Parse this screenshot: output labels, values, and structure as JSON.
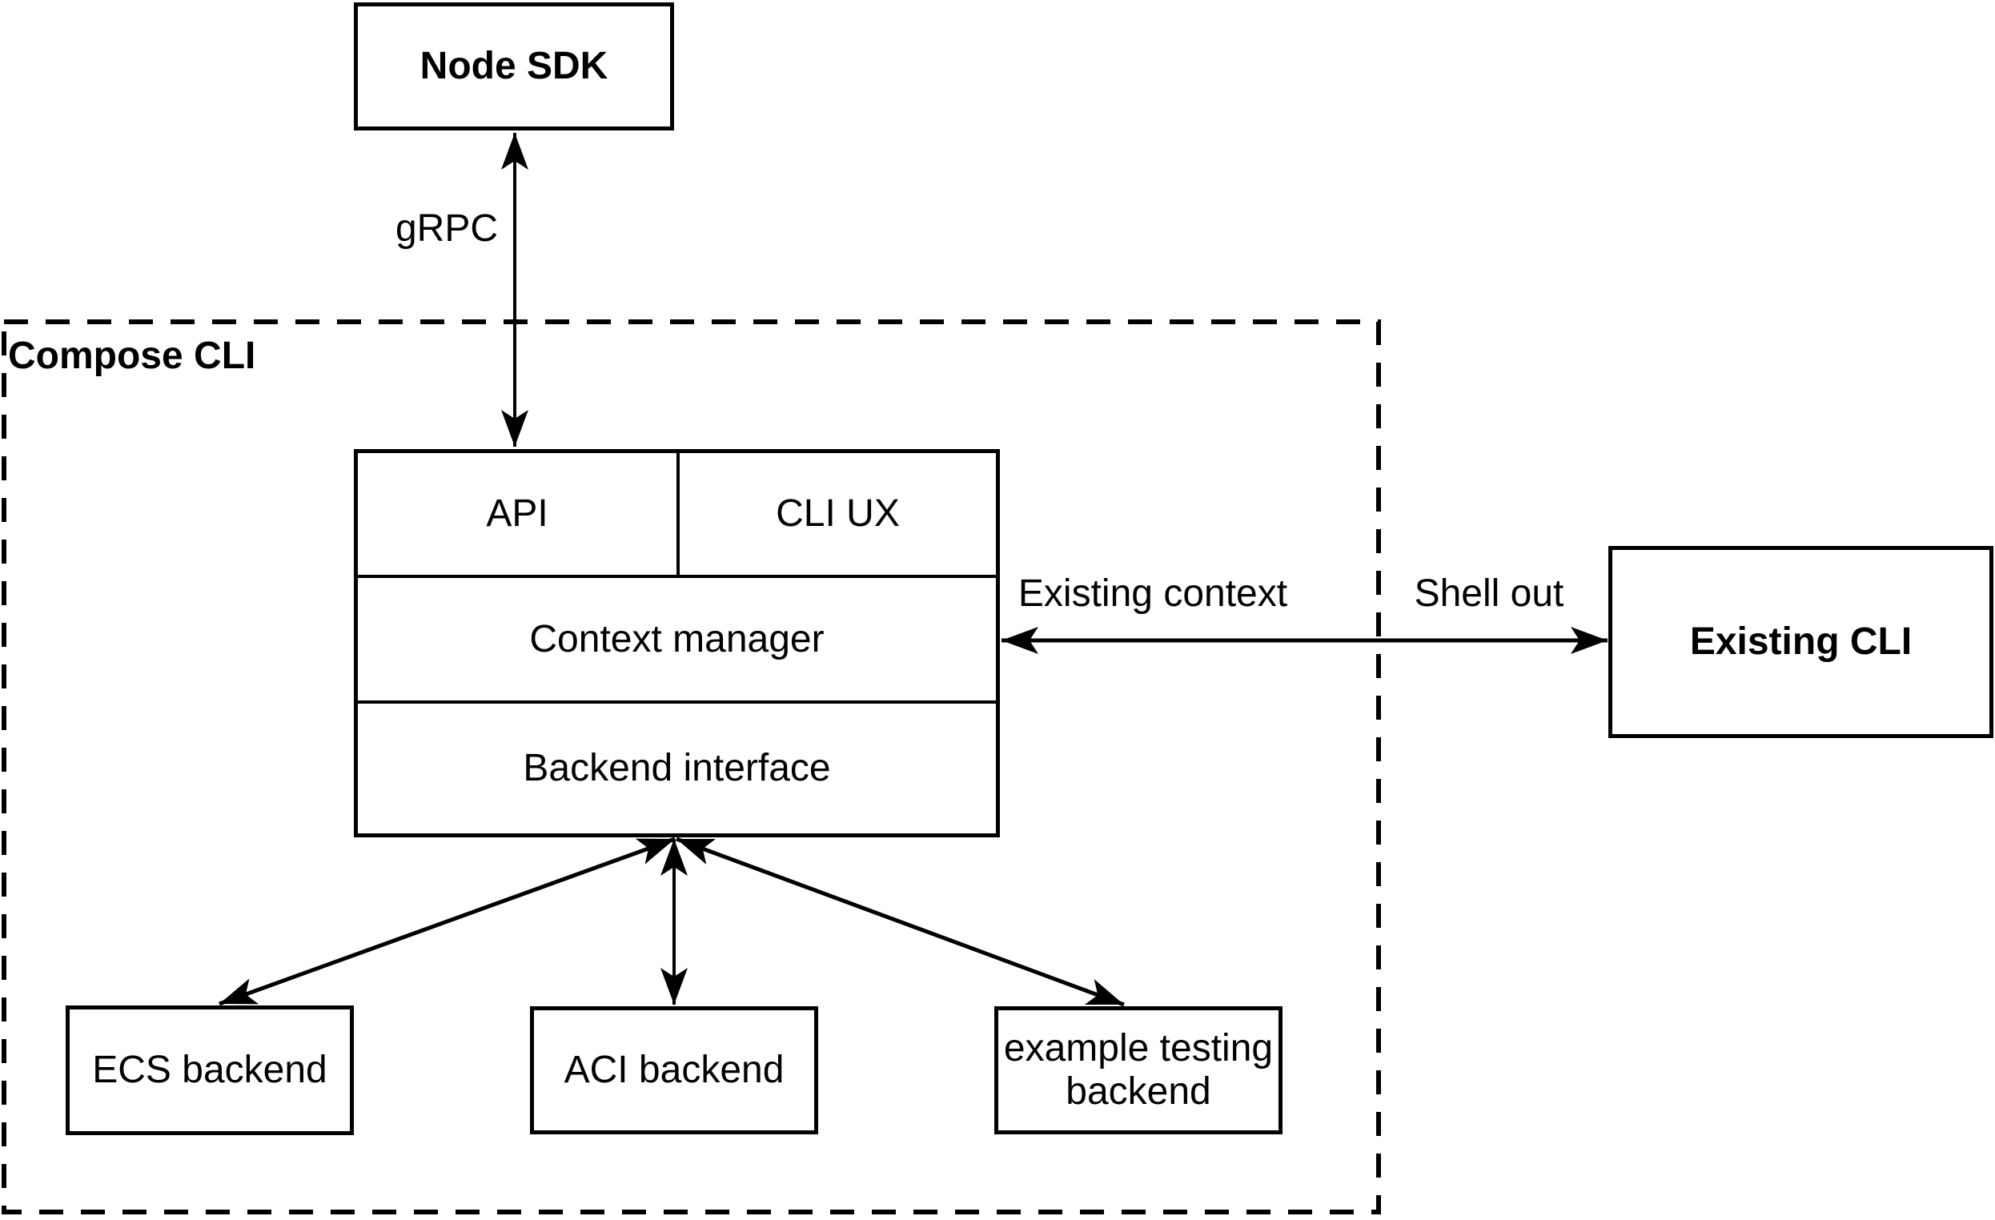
{
  "colors": {
    "stroke": "#000000",
    "background": "#ffffff",
    "text": "#000000"
  },
  "nodes": {
    "node_sdk": "Node SDK",
    "compose_cli_container": "Compose CLI",
    "api": "API",
    "cli_ux": "CLI UX",
    "context_manager": "Context manager",
    "backend_interface": "Backend interface",
    "existing_cli": "Existing CLI",
    "backends": [
      {
        "label": "ECS backend"
      },
      {
        "label": "ACI backend"
      },
      {
        "label": "example testing backend"
      }
    ]
  },
  "edge_labels": {
    "grpc": "gRPC",
    "existing_context": "Existing context",
    "shell_out": "Shell out"
  }
}
